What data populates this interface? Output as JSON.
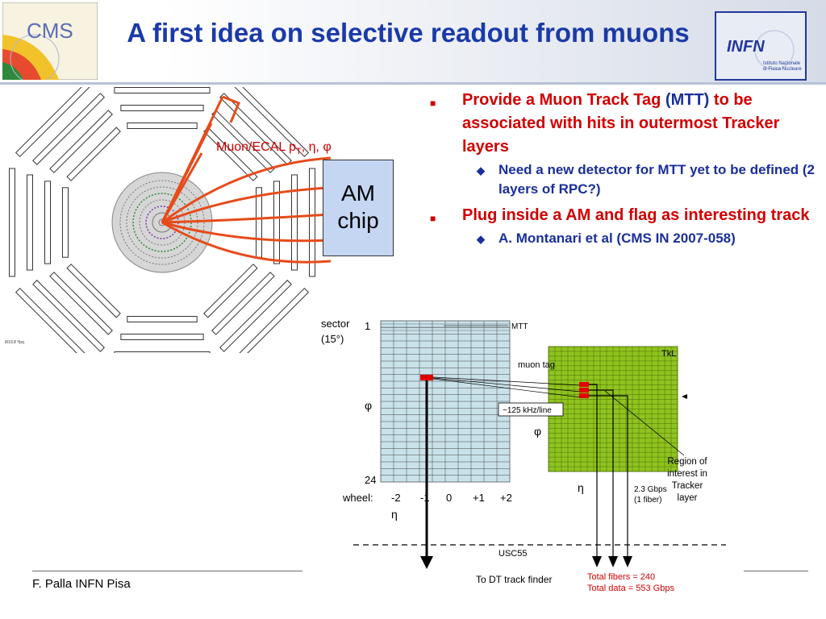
{
  "title": "A first idea on selective readout from muons",
  "logos": {
    "cms": "CMS",
    "infn": "INFN",
    "infn_sub1": "Istituto Nazionale",
    "infn_sub2": "di Fisica Nucleare"
  },
  "bullets": {
    "b1_red": "Provide a Muon Track Tag",
    "b1_blue": "(MTT)",
    "b1_rest": "to be associated with hits in outermost Tracker layers",
    "b1_sub": "Need a new detector for MTT yet to be defined (2 layers of RPC?)",
    "b2": "Plug inside a AM and flag as interesting track",
    "b2_sub": "A. Montanari et al (CMS IN 2007-058)"
  },
  "detector": {
    "label_main": "Muon/ECAL p",
    "label_sub": "T",
    "label_tail": ", η, φ",
    "am_line1": "AM",
    "am_line2": "chip",
    "event_stamp": "8/19.8 Ypq"
  },
  "diagram": {
    "sector": "sector",
    "sector_deg": "(15°)",
    "sector_1": "1",
    "sector_24": "24",
    "phi_left": "φ",
    "wheel": "wheel:",
    "wheels": [
      "-2",
      "-1",
      "0",
      "+1",
      "+2"
    ],
    "eta_left": "η",
    "mtt": "MTT",
    "muon_tag": "muon tag",
    "rate": "~125 kHz/line",
    "tkl": "TkL",
    "phi_right": "φ",
    "eta_right": "η",
    "gbps_line1": "2.3 Gbps",
    "gbps_line2": "(1 fiber)",
    "region_lines": [
      "Region of",
      "interest in",
      "Tracker",
      "layer"
    ],
    "usc": "USC55",
    "dt": "To DT track finder",
    "fibers": "Total fibers = 240",
    "data": "Total data = 553 Gbps"
  },
  "footer": "F. Palla INFN Pisa"
}
